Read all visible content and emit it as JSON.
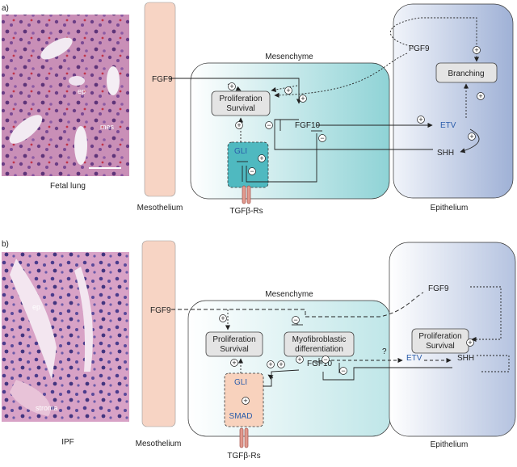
{
  "panel_a": {
    "label": "a)",
    "micrograph_caption": "Fetal lung",
    "micrograph_tags": [
      "ep",
      "mes"
    ],
    "mesothelium": "Mesothelium",
    "mesenchyme": "Mesenchyme",
    "epithelium": "Epithelium",
    "receptor": "TGFβ-Rs",
    "nodes": {
      "fgf9_left": "FGF9",
      "fgf9_right": "FGF9",
      "prolif_1": "Proliferation",
      "prolif_2": "Survival",
      "fgf10": "FGF10",
      "gli": "GLI",
      "etv": "ETV",
      "shh": "SHH",
      "branching": "Branching"
    }
  },
  "panel_b": {
    "label": "b)",
    "micrograph_caption": "IPF",
    "micrograph_tags": [
      "ep",
      "stroma"
    ],
    "mesothelium": "Mesothelium",
    "mesenchyme": "Mesenchyme",
    "epithelium": "Epithelium",
    "receptor": "TGFβ-Rs",
    "nodes": {
      "fgf9_left": "FGF9",
      "fgf9_right": "FGF9",
      "prolif_1": "Proliferation",
      "prolif_2": "Survival",
      "myo_1": "Myofibroblastic",
      "myo_2": "differentiation",
      "gli": "GLI",
      "smad": "SMAD",
      "fgf10": "FGF10",
      "etv": "ETV",
      "shh": "SHH",
      "epi_prolif_1": "Proliferation",
      "epi_prolif_2": "Survival",
      "question": "?"
    }
  },
  "symbols": {
    "plus": "+",
    "minus": "−"
  },
  "colors": {
    "mesothelium_fill": "#f7d4c4",
    "mesenchyme_teal": "#8fd3d6",
    "epithelium_blue": "#9fb1d6",
    "gli_box_a": "#4fb9c0",
    "gli_box_b": "#f8d2bd",
    "etv_blue": "#2a5caa"
  }
}
